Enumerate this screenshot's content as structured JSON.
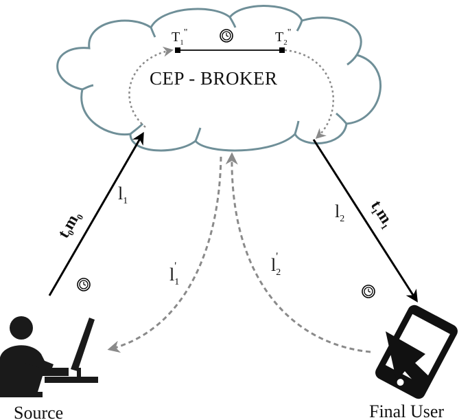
{
  "broker": {
    "title": "CEP - BROKER"
  },
  "timestamps": {
    "t1": {
      "base": "T",
      "sub": "1",
      "sup": "\""
    },
    "t2": {
      "base": "T",
      "sub": "2",
      "sup": "\""
    }
  },
  "links": {
    "l1": {
      "base": "l",
      "sub": "1"
    },
    "l2": {
      "base": "l",
      "sub": "2"
    },
    "l1p": {
      "base": "l",
      "sub": "1",
      "sup": "'"
    },
    "l2p": {
      "base": "l",
      "sub": "2",
      "sup": "'"
    }
  },
  "messages": {
    "source_msg": {
      "t": "t",
      "t_sub": "0",
      "m": "m",
      "m_sub": "0"
    },
    "user_msg": {
      "t": "t",
      "t_sub": "1",
      "m": "m",
      "m_sub": "1"
    }
  },
  "nodes": {
    "source": {
      "label": "Source"
    },
    "final_user": {
      "label": "Final User"
    }
  },
  "icons": [
    "clock-icon",
    "person-computer-icon",
    "mobile-touch-icon"
  ],
  "colors": {
    "cloud_stroke": "#6f8f98",
    "arrow_solid": "#000000",
    "arrow_dashed": "#8a8a8a"
  }
}
